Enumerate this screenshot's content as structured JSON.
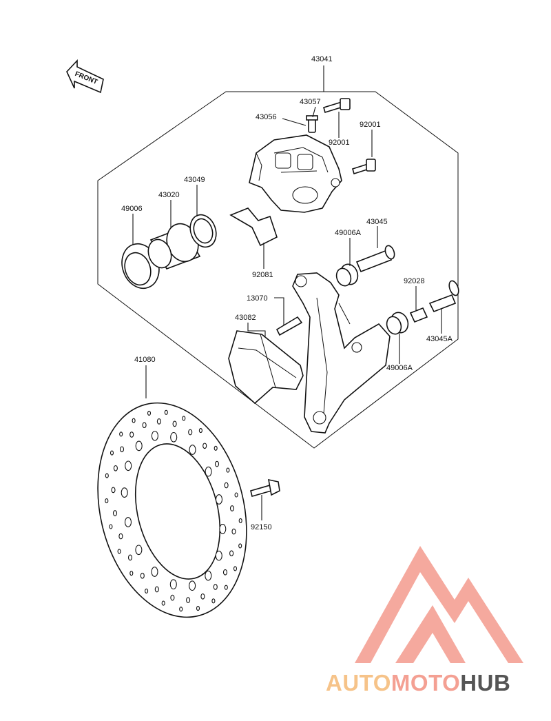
{
  "front_marker": "FRONT",
  "labels": {
    "p43041": "43041",
    "p43057": "43057",
    "p43056": "43056",
    "p92001a": "92001",
    "p92001b": "92001",
    "p43049": "43049",
    "p43020": "43020",
    "p49006": "49006",
    "p43045": "43045",
    "p49006A_top": "49006A",
    "p92081": "92081",
    "p92028": "92028",
    "p13070": "13070",
    "p43082": "43082",
    "p43045A": "43045A",
    "p49006A_bot": "49006A",
    "p41080": "41080",
    "p92150": "92150"
  },
  "watermark": {
    "part1": "AUTO",
    "part2": "MOTO",
    "part3": "HUB",
    "color_primary": "#f4a093",
    "color_secondary": "#f6c389",
    "color_dark": "#555555"
  }
}
